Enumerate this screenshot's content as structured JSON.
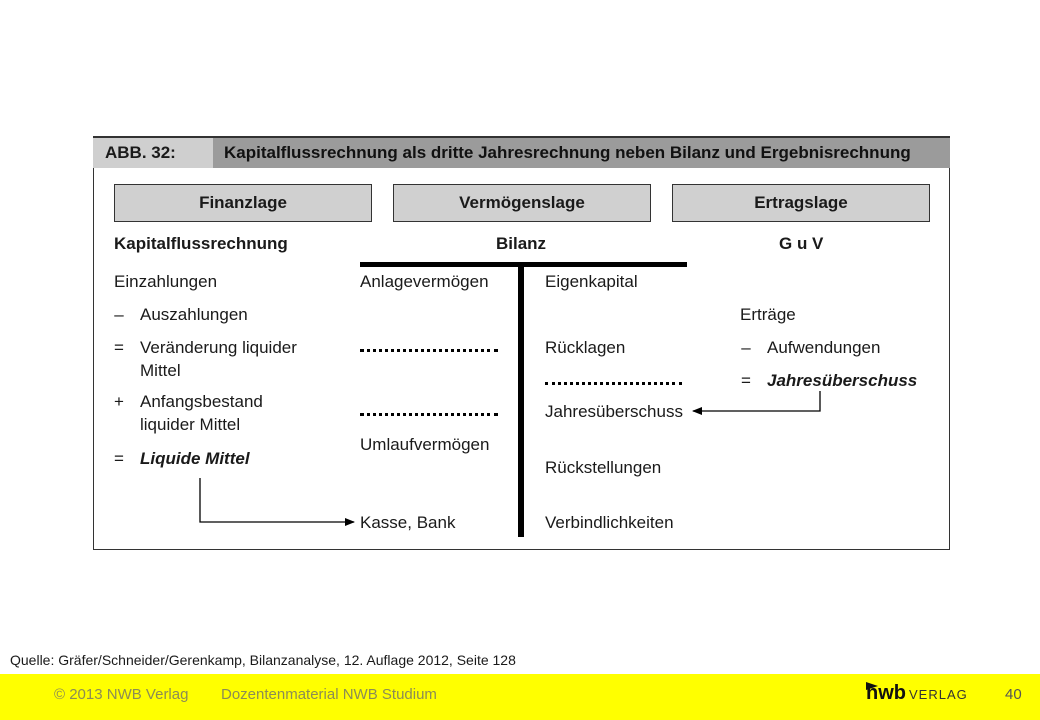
{
  "figure": {
    "label": "ABB. 32:",
    "title": "Kapitalflussrechnung als dritte Jahresrechnung neben Bilanz und Ergebnisrechnung"
  },
  "sections": [
    "Finanzlage",
    "Vermögenslage",
    "Ertragslage"
  ],
  "left": {
    "heading": "Kapitalflussrechnung",
    "items": [
      {
        "sym": "",
        "text": "Einzahlungen"
      },
      {
        "sym": "–",
        "text": "Auszahlungen"
      },
      {
        "sym": "=",
        "text": "Veränderung liquider",
        "text2": "Mittel"
      },
      {
        "sym": "+",
        "text": "Anfangsbestand",
        "text2": "liquider Mittel"
      },
      {
        "sym": "=",
        "text": "Liquide Mittel"
      }
    ]
  },
  "middle": {
    "heading": "Bilanz",
    "assets": [
      "Anlagevermögen",
      "Umlaufvermögen",
      "Kasse, Bank"
    ],
    "liabilities": [
      "Eigenkapital",
      "Rücklagen",
      "Jahresüberschuss",
      "Rückstellungen",
      "Verbindlichkeiten"
    ]
  },
  "right": {
    "heading": "G u V",
    "items": [
      {
        "sym": "",
        "text": "Erträge"
      },
      {
        "sym": "–",
        "text": "Aufwendungen"
      },
      {
        "sym": "=",
        "text": "Jahresüberschuss"
      }
    ]
  },
  "source": "Quelle: Gräfer/Schneider/Gerenkamp, Bilanzanalyse, 12. Auflage 2012, Seite 128",
  "footer": {
    "copyright": "© 2013 NWB Verlag",
    "course": "Dozentenmaterial NWB Studium",
    "logo_main": "nwb",
    "logo_sub": "VERLAG",
    "page": "40"
  }
}
